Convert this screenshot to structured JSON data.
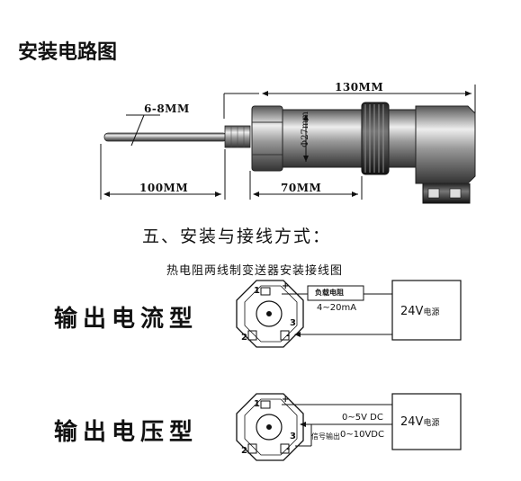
{
  "title": "安装电路图",
  "dimensions": {
    "length_total": "130MM",
    "probe_diameter": "6-8MM",
    "probe_length": "100MM",
    "body_length": "70MM",
    "body_diameter": "Φ27mm"
  },
  "section_heading": "五、安装与接线方式：",
  "section_subheading": "热电阻两线制变送器安装接线图",
  "current_type": {
    "label": "输出电流型",
    "load_label": "负载电阻",
    "range": "4~20mA",
    "supply": "24V",
    "supply_suffix": "电源",
    "terminal_labels": [
      "1",
      "+",
      "2",
      "3",
      "-"
    ]
  },
  "voltage_type": {
    "label": "输出电压型",
    "range_a": "0~5V DC",
    "signal_label": "信号输出",
    "range_b": "0~10VDC",
    "supply": "24V",
    "supply_suffix": "电源",
    "terminal_labels": [
      "1",
      "+",
      "2",
      "3",
      "-"
    ]
  }
}
